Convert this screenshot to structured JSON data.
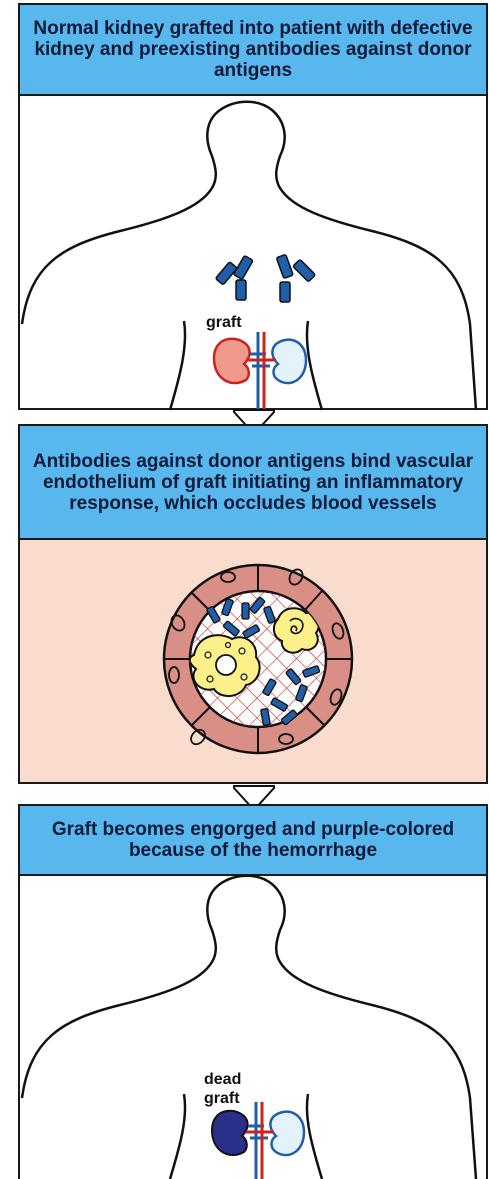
{
  "steps": [
    {
      "title": "Normal kidney grafted into patient with defective kidney and preexisting antibodies against donor antigens",
      "label": "graft"
    },
    {
      "title": "Antibodies against donor antigens bind vascular endothelium of graft initiating an inflammatory response, which occludes blood vessels"
    },
    {
      "title": "Graft becomes engorged and purple-colored because of the hemorrhage",
      "label_line1": "dead",
      "label_line2": "graft"
    }
  ],
  "colors": {
    "header_bg": "#58b8ee",
    "panel2_bg": "#f9dccd",
    "antibody": "#1e5fa8",
    "graft_kidney": "#ef9a8a",
    "dead_graft_kidney": "#2a2f8a",
    "native_kidney": "#e4f2fb",
    "vessel_wall": "#d98f86",
    "clot_mesh": "#cc2a2a",
    "inflammatory_cell": "#fbf08a"
  },
  "icons": [
    "human-silhouette-icon",
    "antibody-icon",
    "kidney-icon",
    "blood-vessel-cross-section-icon",
    "down-arrow-icon"
  ]
}
